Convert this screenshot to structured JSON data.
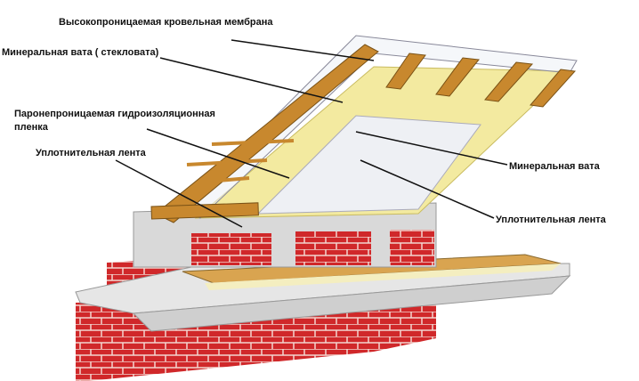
{
  "labels": {
    "membrane": "Высокопроницаемая кровельная мембрана",
    "mineral_wool_glass": "Минеральная вата ( стекловата)",
    "vapor_barrier_line1": "Паронепроницаемая гидроизоляционная",
    "vapor_barrier_line2": "пленка",
    "sealing_tape_left": "Уплотнительная лента",
    "mineral_wool_right": "Минеральная вата",
    "sealing_tape_right": "Уплотнительная лента"
  },
  "colors": {
    "wood": "#c8882e",
    "insulation": "#f3eaa0",
    "brick": "#d0282a",
    "concrete": "#d9d9d9",
    "floor_board": "#d9a450"
  }
}
